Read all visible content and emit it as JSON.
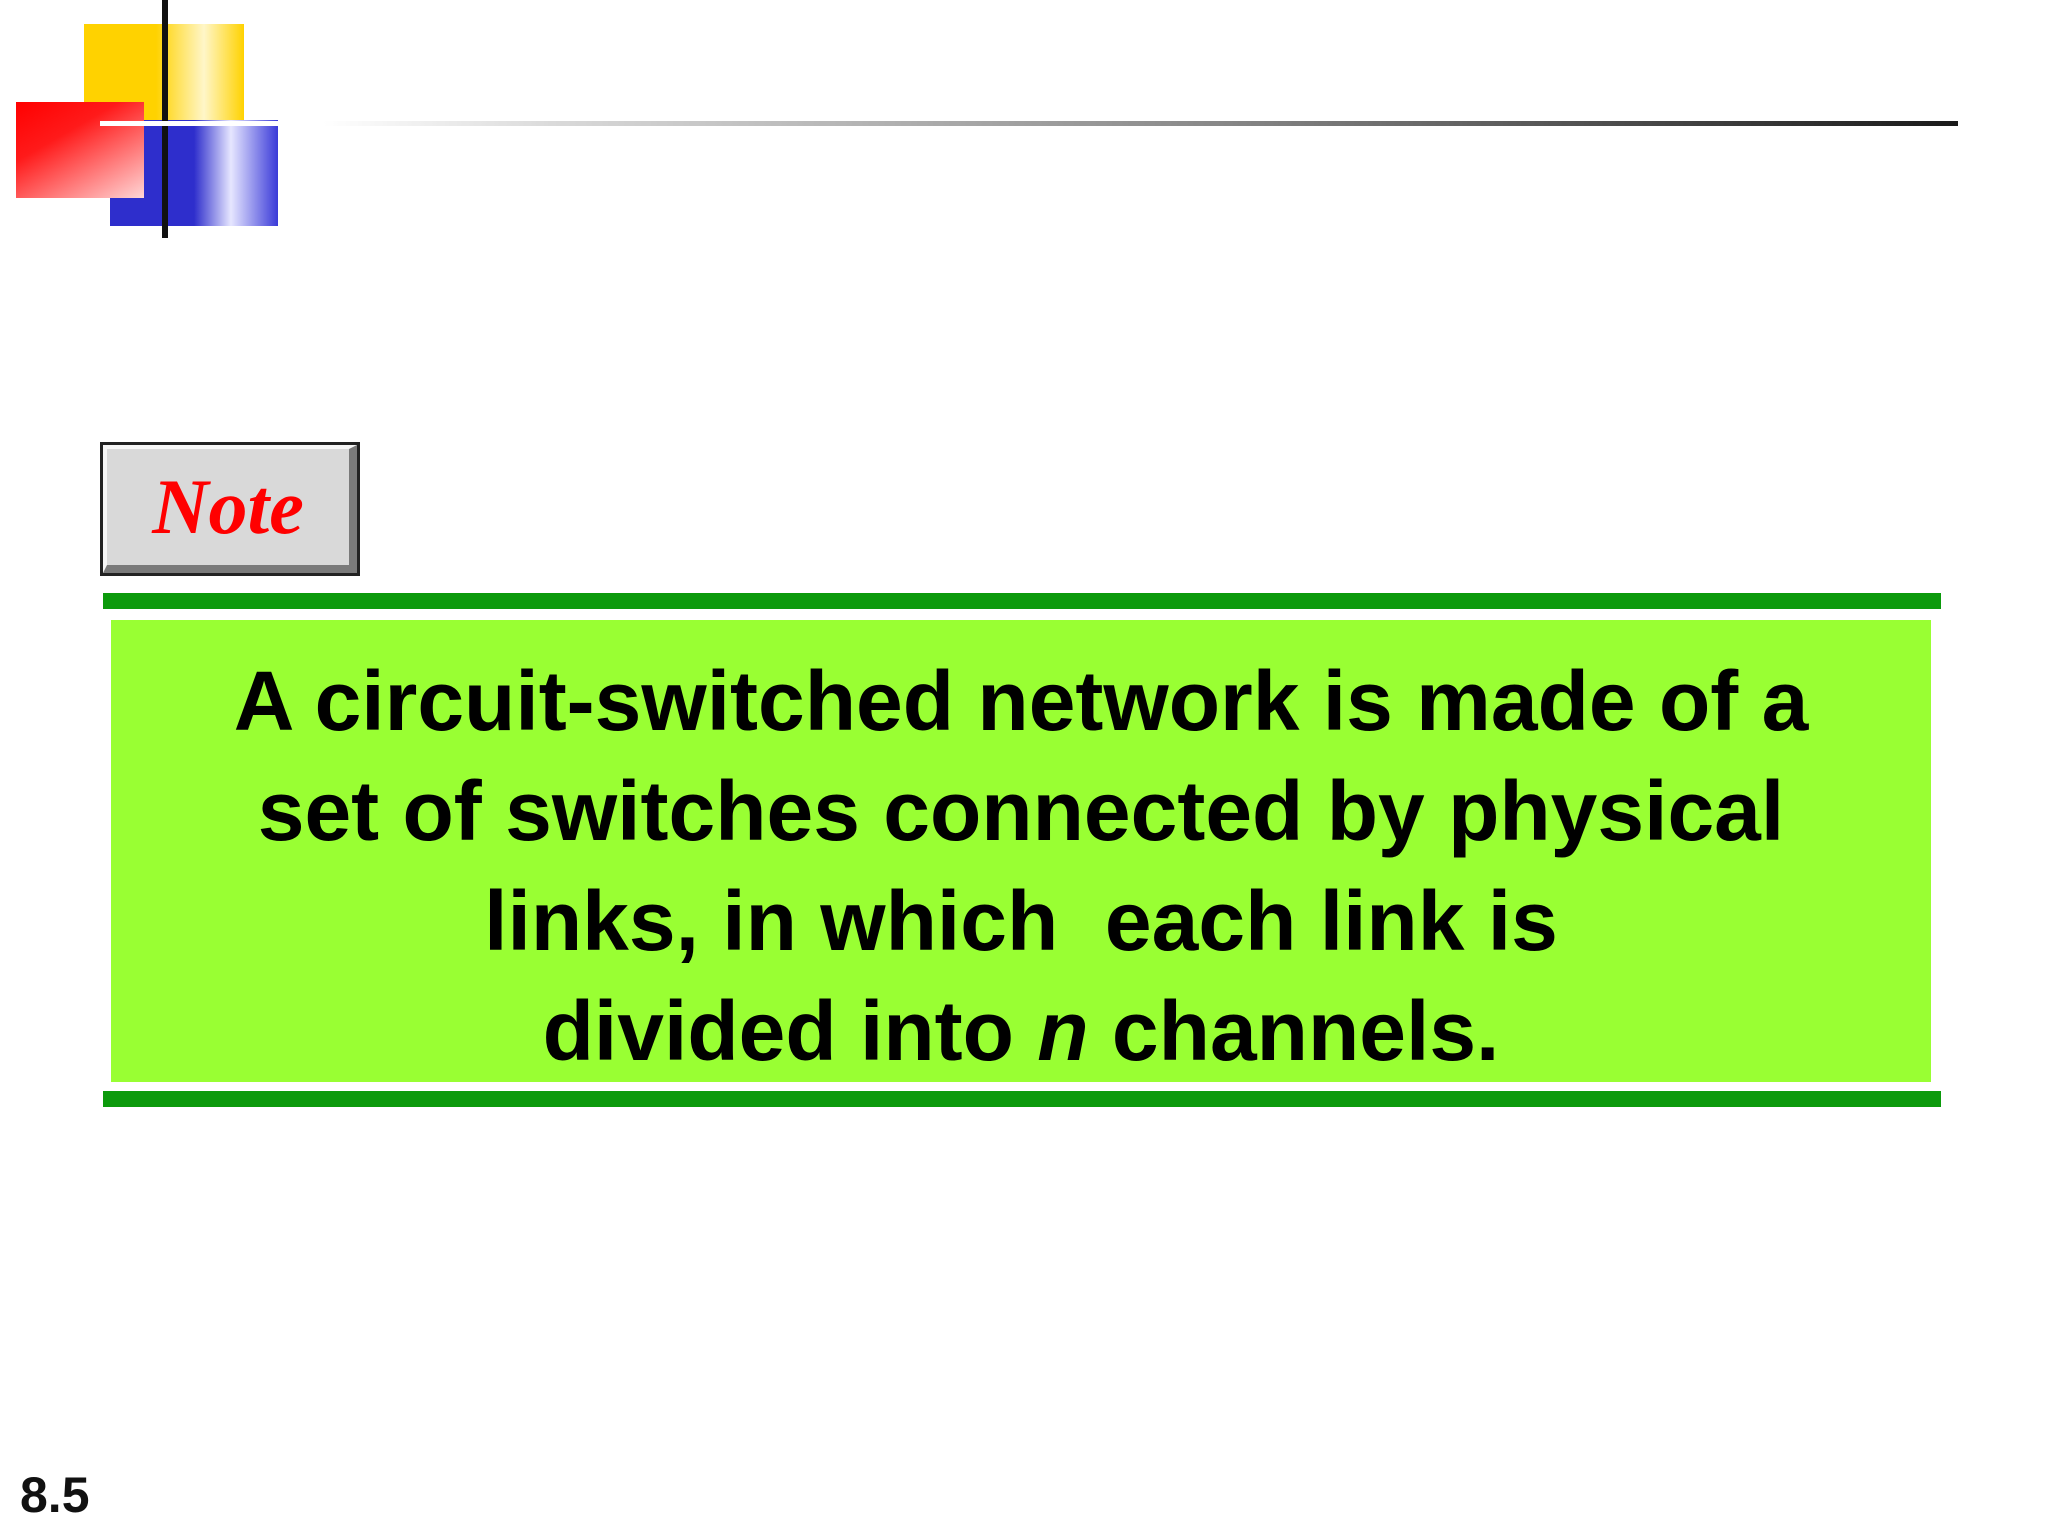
{
  "note": {
    "label": "Note",
    "text_lines": [
      "A circuit-switched network is made of a",
      "set of switches connected by physical",
      "links, in which  each link is"
    ],
    "last_line": {
      "before": "divided into ",
      "variable": "n",
      "after": " channels."
    }
  },
  "footer": {
    "slide_number": "8.5"
  },
  "colors": {
    "note_label": "#ff0000",
    "note_background": "#99ff33",
    "rule": "#0c9a0c"
  }
}
